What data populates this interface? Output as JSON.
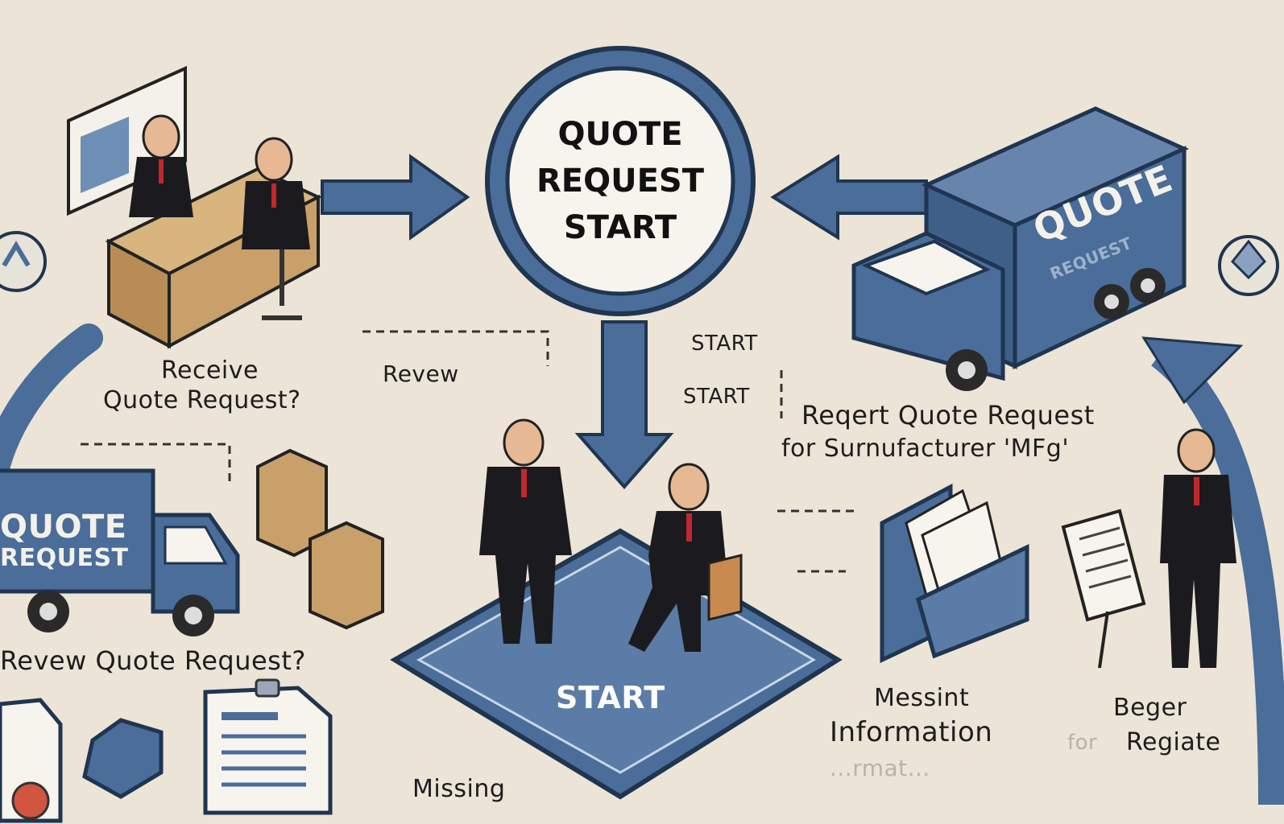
{
  "hub": {
    "line1": "QUOTE",
    "line2": "REQUEST",
    "line3": "START"
  },
  "truck_right": {
    "brand": "QUOTE",
    "sub": "REQUEST"
  },
  "truck_left": {
    "line1": "QUOTE",
    "line2": "REQUEST"
  },
  "platform": {
    "label": "START"
  },
  "labels": {
    "receive_1": "Receive",
    "receive_2": "Quote Request?",
    "review": "Revew",
    "start_top": "START",
    "start_mid": "START",
    "reqert_1": "Reqert   Quote Request",
    "reqert_2": "for Surnufacturer 'MFg'",
    "revew_quote": "Revew Quote Request?",
    "missing_left": "Missing",
    "messint_1": "Messint",
    "messint_2": "Information",
    "messint_ghost": "...rmat...",
    "beger_1": "Beger",
    "beger_2": "Regiate",
    "beger_ghost": "for"
  },
  "colors": {
    "background": "#ece4d6",
    "accent_blue": "#4a6d99",
    "dark_blue": "#1f3550",
    "wood": "#c9a06a",
    "suit": "#1b1b1f",
    "tie": "#c0282b"
  },
  "icons": [
    "person-icon",
    "desk-icon",
    "truck-icon",
    "box-icon",
    "folder-icon",
    "document-icon",
    "arrow-icon",
    "whiteboard-icon"
  ]
}
